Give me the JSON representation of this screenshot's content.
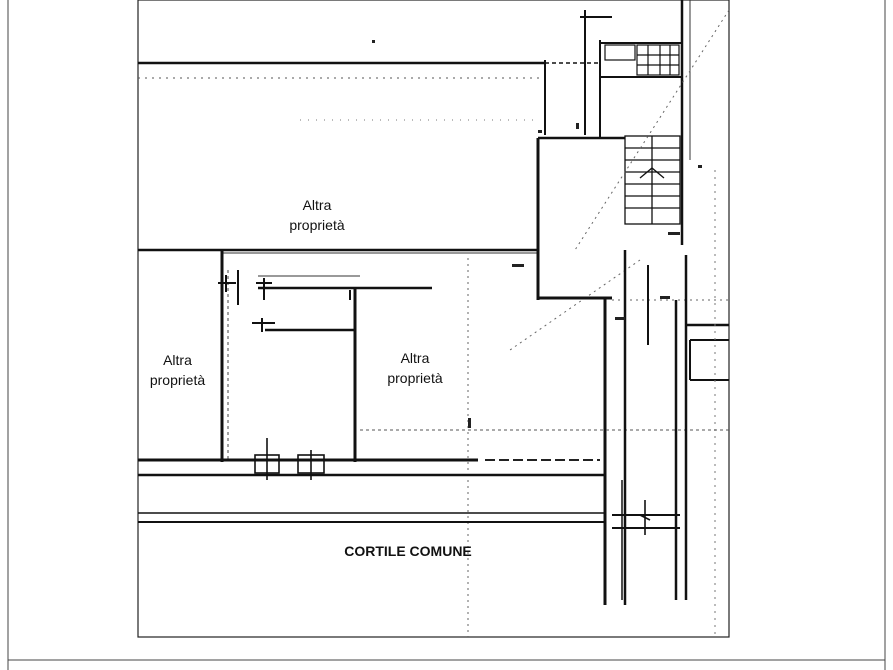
{
  "plan": {
    "labels": {
      "upper_neighbor": {
        "line1": "Altra",
        "line2": "proprietà"
      },
      "left_neighbor": {
        "line1": "Altra",
        "line2": "proprietà"
      },
      "center_neighbor": {
        "line1": "Altra",
        "line2": "proprietà"
      },
      "courtyard": "CORTILE COMUNE"
    },
    "colors": {
      "background": "#ffffff",
      "wall": "#111111",
      "thin_line": "#222222",
      "dotted_line": "#555555",
      "frame": "#444444"
    }
  }
}
